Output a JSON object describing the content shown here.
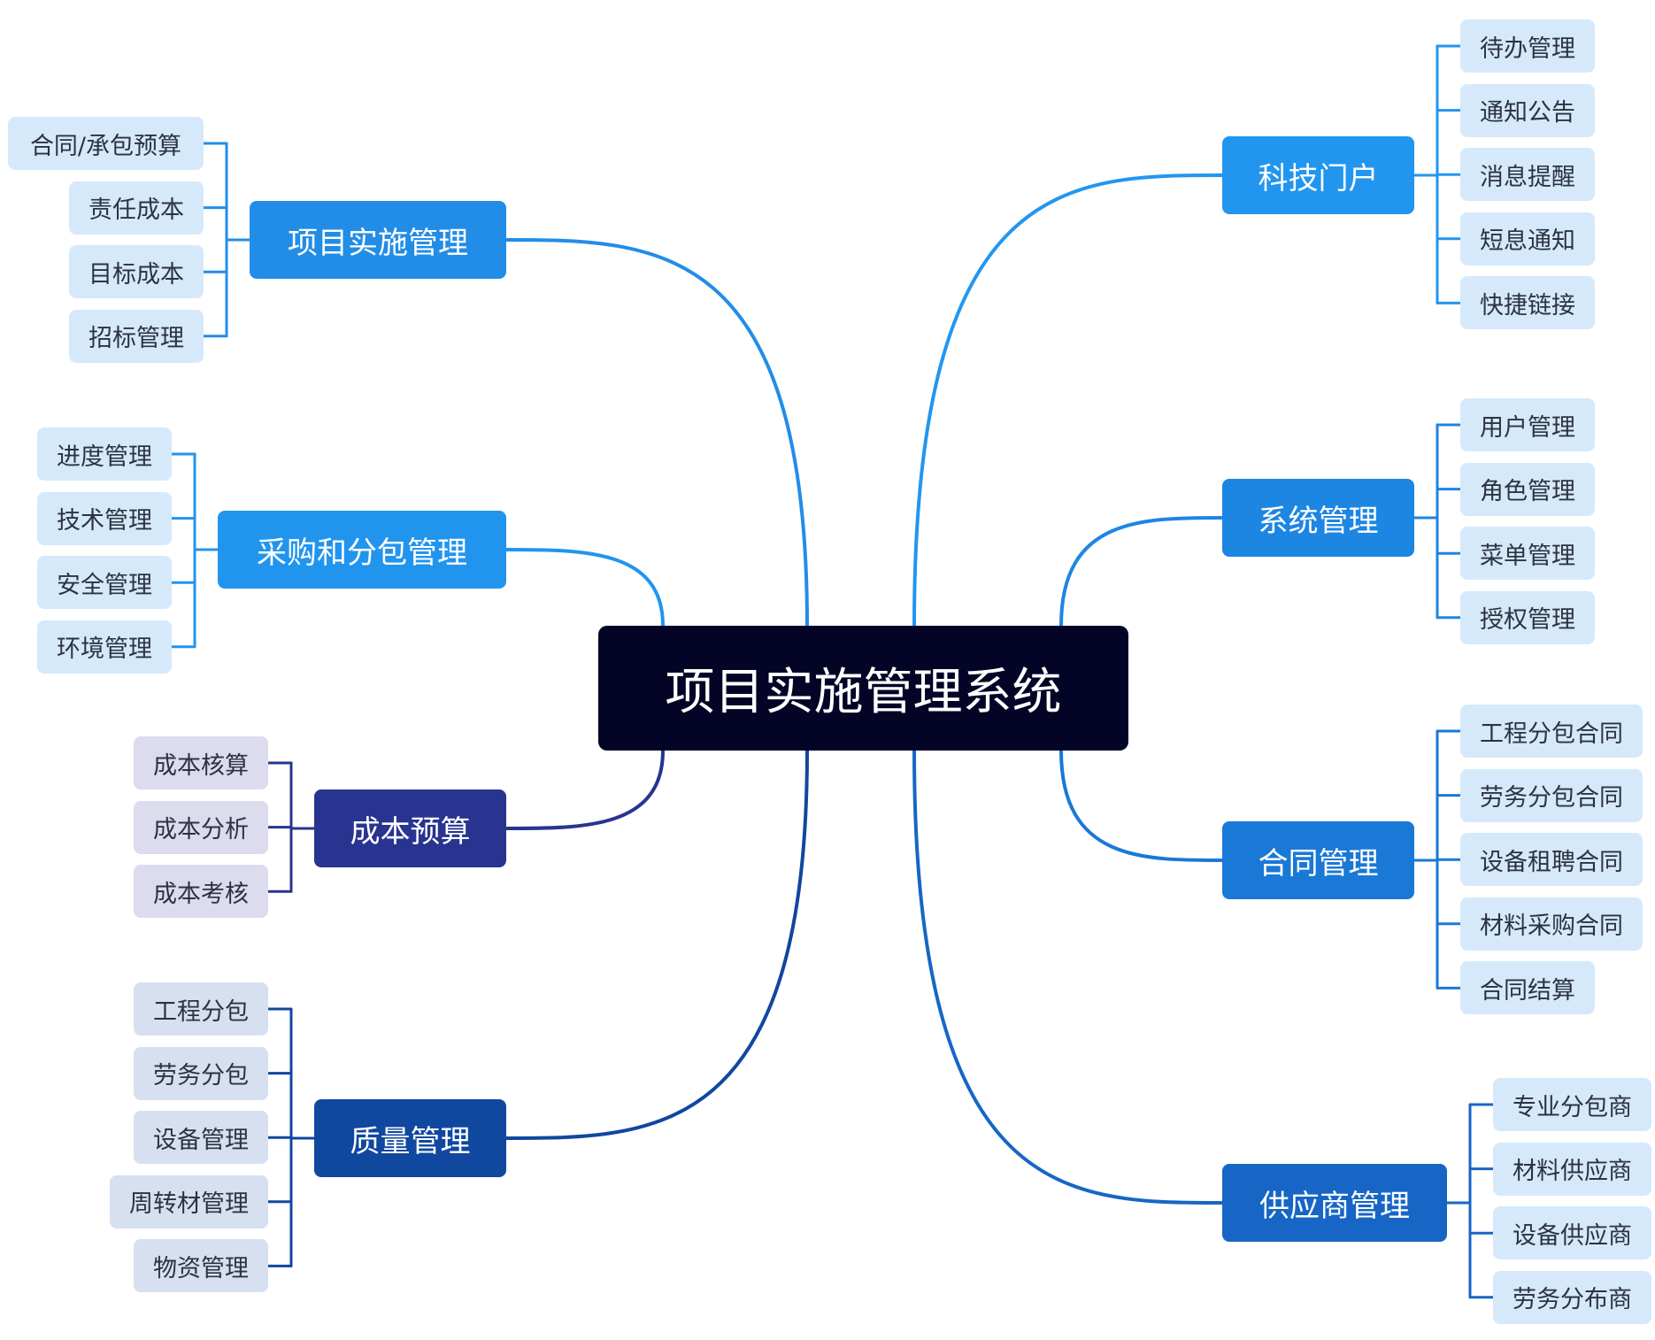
{
  "root": {
    "label": "项目实施管理系统"
  },
  "colors": {
    "root_bg": "#030426",
    "branch_colors": {
      "项目实施管理": "#228de7",
      "采购和分包管理": "#2195ee",
      "成本预算": "#28348f",
      "质量管理": "#10479f",
      "科技门户": "#2296ef",
      "系统管理": "#1d86e2",
      "合同管理": "#1a78d6",
      "供应商管理": "#1766c5"
    },
    "leaf_colors": {
      "blue": "#d5e9fb",
      "purple": "#dcdcee",
      "slate": "#d6e0f1"
    }
  },
  "branches": [
    {
      "label": "项目实施管理",
      "side": "left",
      "leaves": [
        "合同/承包预算",
        "责任成本",
        "目标成本",
        "招标管理"
      ]
    },
    {
      "label": "采购和分包管理",
      "side": "left",
      "leaves": [
        "进度管理",
        "技术管理",
        "安全管理",
        "环境管理"
      ]
    },
    {
      "label": "成本预算",
      "side": "left",
      "leaves": [
        "成本核算",
        "成本分析",
        "成本考核"
      ]
    },
    {
      "label": "质量管理",
      "side": "left",
      "leaves": [
        "工程分包",
        "劳务分包",
        "设备管理",
        "周转材管理",
        "物资管理"
      ]
    },
    {
      "label": "科技门户",
      "side": "right",
      "leaves": [
        "待办管理",
        "通知公告",
        "消息提醒",
        "短息通知",
        "快捷链接"
      ]
    },
    {
      "label": "系统管理",
      "side": "right",
      "leaves": [
        "用户管理",
        "角色管理",
        "菜单管理",
        "授权管理"
      ]
    },
    {
      "label": "合同管理",
      "side": "right",
      "leaves": [
        "工程分包合同",
        "劳务分包合同",
        "设备租聘合同",
        "材料采购合同",
        "合同结算"
      ]
    },
    {
      "label": "供应商管理",
      "side": "right",
      "leaves": [
        "专业分包商",
        "材料供应商",
        "设备供应商",
        "劳务分布商"
      ]
    }
  ]
}
